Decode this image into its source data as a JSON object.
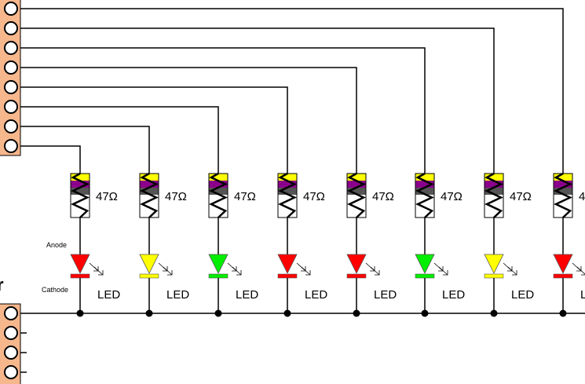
{
  "header_top": {
    "pin_count": 8
  },
  "header_bottom": {
    "pin_count": 4,
    "cut_off_title": "r"
  },
  "labels": {
    "resistor_value": "47Ω",
    "led_label": "LED",
    "anode_label": "Anode",
    "cathode_label": "Cathode",
    "partial_resistor_value": "4",
    "partial_led_label": "L"
  },
  "channels": [
    {
      "led_color": "#ff0000"
    },
    {
      "led_color": "#ffff00"
    },
    {
      "led_color": "#00ee00"
    },
    {
      "led_color": "#ff0000"
    },
    {
      "led_color": "#ff0000"
    },
    {
      "led_color": "#00ee00"
    },
    {
      "led_color": "#ffff00"
    },
    {
      "led_color": "#ff0000"
    }
  ],
  "colors": {
    "header_fill": "#f7b78c",
    "wire": "#000000",
    "resistor_band_1": "#ffff00",
    "resistor_band_2": "#8b008b",
    "resistor_band_3": "#555555",
    "junction": "#000000"
  }
}
